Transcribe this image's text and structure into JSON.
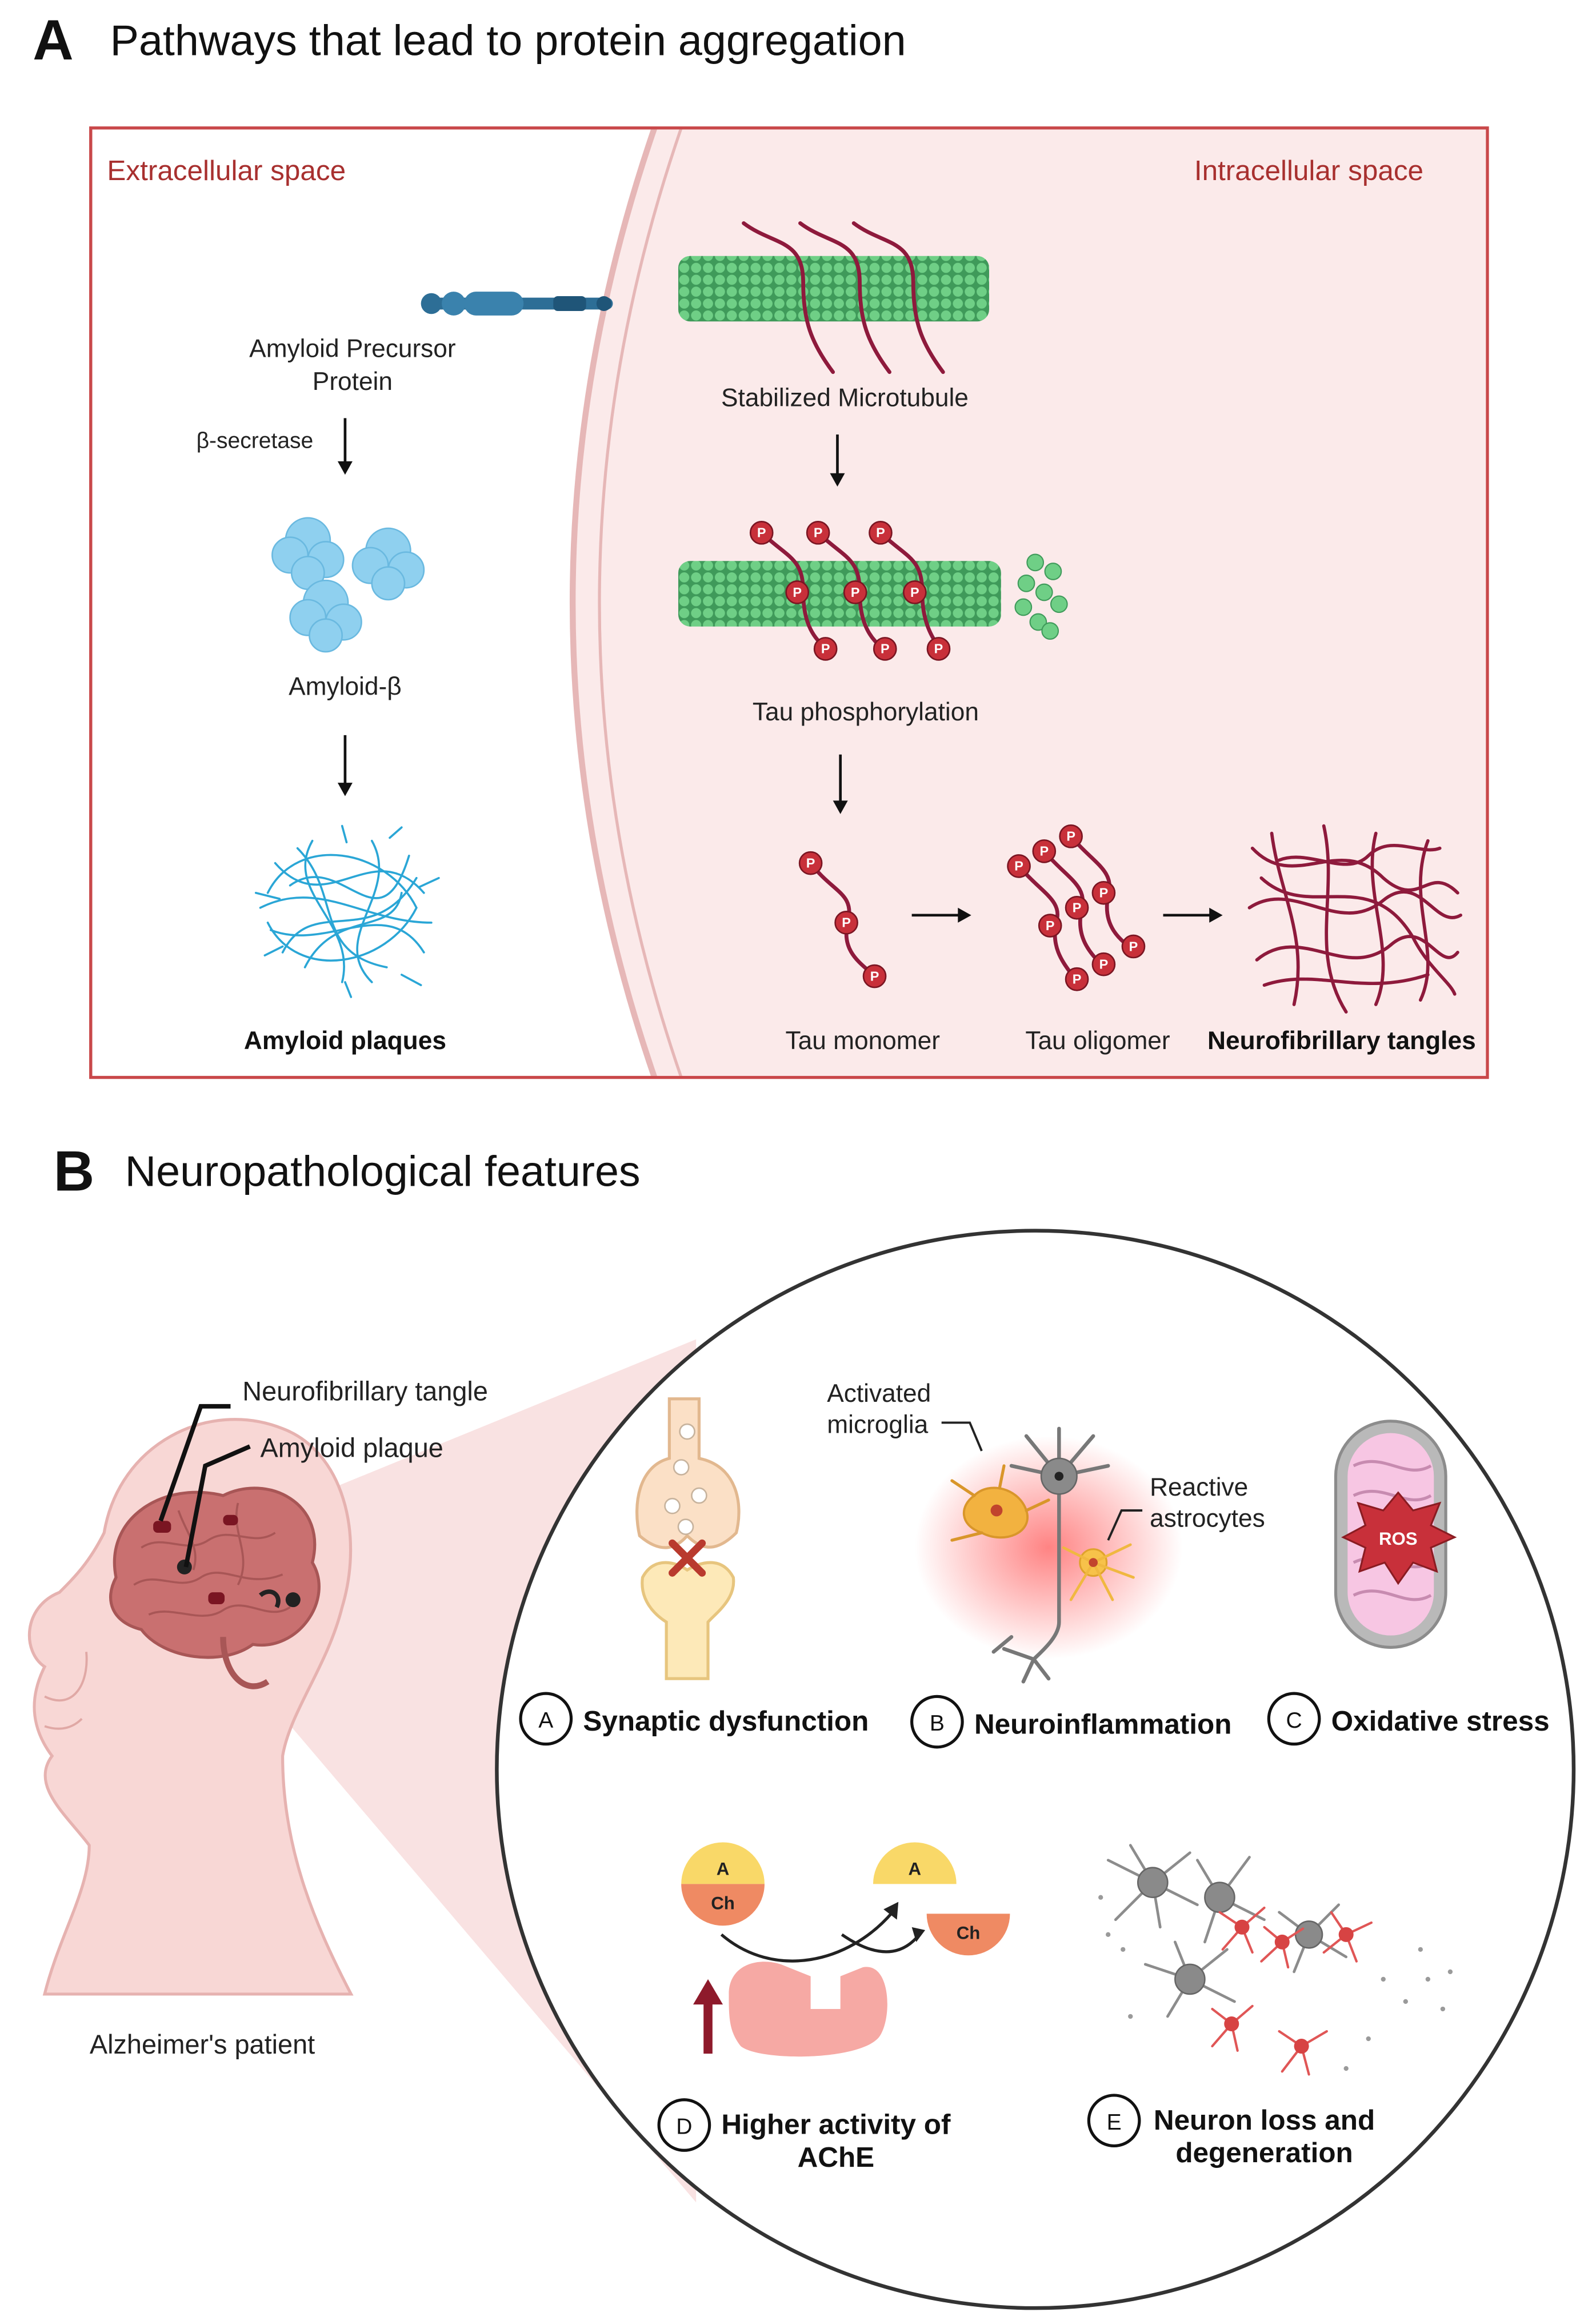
{
  "panel_a": {
    "letter": "A",
    "title": "Pathways that lead to protein aggregation",
    "extracellular_label": "Extracellular space",
    "intracellular_label": "Intracellular space",
    "app_line1": "Amyloid Precursor",
    "app_line2": "Protein",
    "secretase_label": "β-secretase",
    "amyloid_beta_label": "Amyloid-β",
    "plaques_label": "Amyloid plaques",
    "microtubule_label": "Stabilized Microtubule",
    "tau_phos_label": "Tau phosphorylation",
    "tau_monomer_label": "Tau monomer",
    "tau_oligomer_label": "Tau oligomer",
    "tangles_label": "Neurofibrillary tangles",
    "phospho_mark": "P"
  },
  "panel_b": {
    "letter": "B",
    "title": "Neuropathological features",
    "nft_label": "Neurofibrillary tangle",
    "plaque_label": "Amyloid plaque",
    "patient_label": "Alzheimer's patient",
    "microglia_line1": "Activated",
    "microglia_line2": "microglia",
    "astro_line1": "Reactive",
    "astro_line2": "astrocytes",
    "ros_label": "ROS",
    "feature_a": {
      "letter": "A",
      "label": "Synaptic dysfunction"
    },
    "feature_b": {
      "letter": "B",
      "label": "Neuroinflammation"
    },
    "feature_c": {
      "letter": "C",
      "label": "Oxidative stress"
    },
    "feature_d": {
      "letter": "D",
      "line1": "Higher activity of",
      "line2": "AChE"
    },
    "feature_e": {
      "letter": "E",
      "line1": "Neuron loss and",
      "line2": "degeneration"
    },
    "ach_a": "A",
    "ach_ch": "Ch"
  },
  "colors": {
    "panel_border": "#c9484a",
    "panel_fill": "#fbeaea",
    "label_red": "#a8302f",
    "tau": "#8e1a3c",
    "phospho": "#c8303a",
    "microtubule": "#4fb06a",
    "amyloid": "#8fd0ef",
    "plaque": "#2aa6d6",
    "app_blue": "#2d6e96"
  }
}
